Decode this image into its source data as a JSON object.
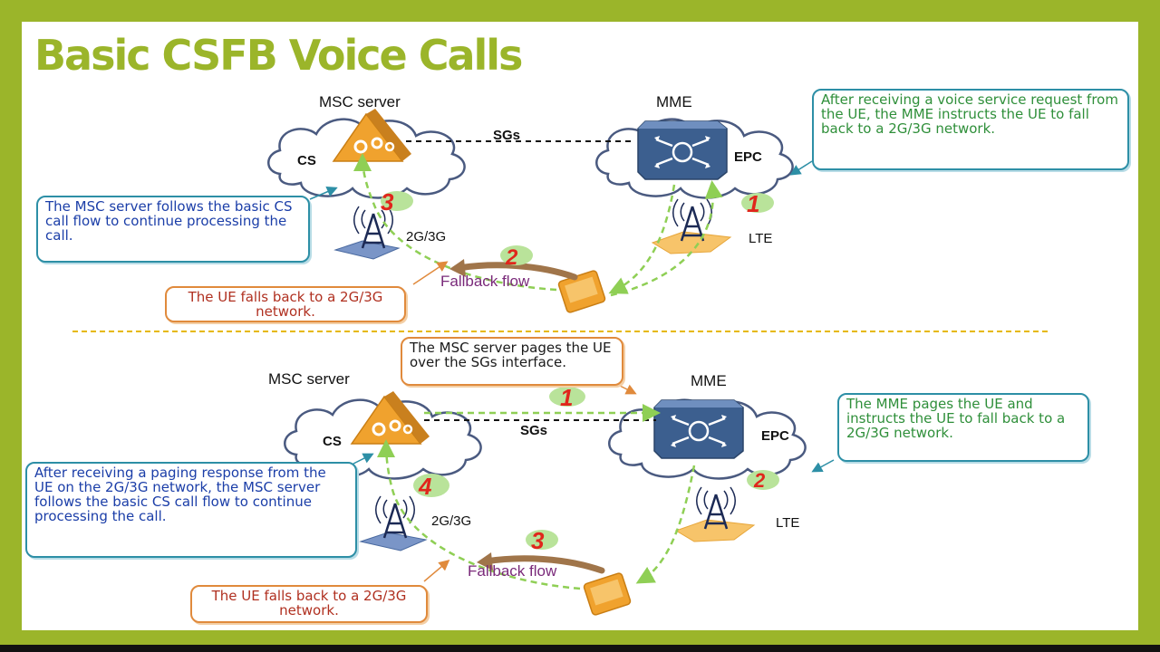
{
  "title": "Basic CSFB Voice Calls",
  "colors": {
    "accent": "#9bb52a",
    "callout_teal": "#2d8fa6",
    "callout_orange": "#e08a3c",
    "step_red": "#e0261c",
    "arrow_green": "#8fcf55"
  },
  "top": {
    "msc_label": "MSC server",
    "cs_label": "CS",
    "sgs_label": "SGs",
    "mme_label": "MME",
    "epc_label": "EPC",
    "tower_2g3g_label": "2G/3G",
    "lte_label": "LTE",
    "fallback_label": "Fallback flow",
    "steps": [
      "1",
      "2",
      "3"
    ],
    "callout_mme": "After receiving a voice service request from the UE, the MME instructs the UE to fall back to a 2G/3G network.",
    "callout_msc": "The MSC server follows the basic CS call flow to continue processing the call.",
    "callout_ue": "The UE falls back to a 2G/3G network."
  },
  "bottom": {
    "msc_label": "MSC server",
    "cs_label": "CS",
    "sgs_label": "SGs",
    "mme_label": "MME",
    "epc_label": "EPC",
    "tower_2g3g_label": "2G/3G",
    "lte_label": "LTE",
    "fallback_label": "Fallback flow",
    "steps": [
      "1",
      "2",
      "3",
      "4"
    ],
    "callout_paging": "The MSC server pages the UE over the SGs interface.",
    "callout_mme": "The MME pages the UE and instructs the UE to fall back to a 2G/3G network.",
    "callout_msc": "After receiving a paging response from the UE on the 2G/3G network, the MSC server follows the basic CS call flow to continue processing the call.",
    "callout_ue": "The UE falls back to a 2G/3G network."
  }
}
